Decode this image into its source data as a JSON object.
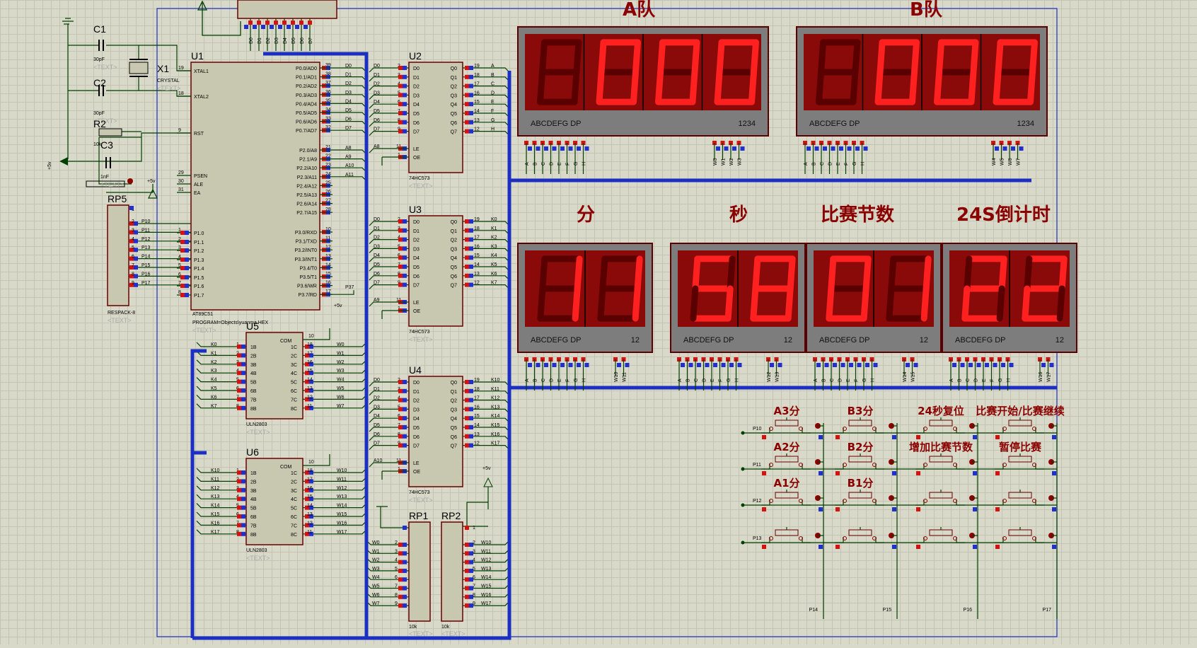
{
  "colors": {
    "grid_bg": "#d9d9c9",
    "chip_fill": "#c8c8b0",
    "wire": "#004000",
    "bus": "#1b2fc2",
    "label": "#8b0000",
    "segment_on": "#ff2020",
    "segment_off": "#5a0000",
    "display_face": "#8a0a0a",
    "display_frame": "#7d7d7d",
    "pin_red": "#d81010",
    "pin_blue": "#2030d0"
  },
  "headers": {
    "team_a": "A队",
    "team_b": "B队",
    "minutes": "分",
    "seconds": "秒",
    "period": "比赛节数",
    "shot_clock": "24S倒计时"
  },
  "displays": [
    {
      "name": "team-a-score",
      "digits": [
        "8",
        "0",
        "0",
        "0"
      ],
      "lit": [
        false,
        true,
        true,
        true
      ],
      "pins_label": "ABCDEFG DP",
      "digit_label": "1234",
      "wires": [
        "A",
        "B",
        "C",
        "D",
        "E",
        "F",
        "G",
        "H"
      ],
      "commons": [
        "W0",
        "W1",
        "W2",
        "W3"
      ]
    },
    {
      "name": "team-b-score",
      "digits": [
        "8",
        "0",
        "0",
        "0"
      ],
      "lit": [
        false,
        true,
        true,
        true
      ],
      "pins_label": "ABCDEFG DP",
      "digit_label": "1234",
      "wires": [
        "A",
        "B",
        "C",
        "D",
        "E",
        "F",
        "G",
        "H"
      ],
      "commons": [
        "W4",
        "W5",
        "W6",
        "W7"
      ]
    },
    {
      "name": "minutes",
      "digits": [
        "1",
        "1"
      ],
      "lit": [
        true,
        true
      ],
      "pins_label": "ABCDEFG DP",
      "digit_label": "12",
      "wires": [
        "A",
        "B",
        "C",
        "D",
        "E",
        "F",
        "G",
        "H"
      ],
      "commons": [
        "W10",
        "W11"
      ]
    },
    {
      "name": "seconds",
      "digits": [
        "5",
        "8"
      ],
      "lit": [
        true,
        true
      ],
      "pins_label": "ABCDEFG DP",
      "digit_label": "12",
      "wires": [
        "A",
        "B",
        "C",
        "D",
        "E",
        "F",
        "G",
        "H"
      ],
      "commons": [
        "W12",
        "W13"
      ]
    },
    {
      "name": "period",
      "digits": [
        "0",
        "1"
      ],
      "lit": [
        true,
        true
      ],
      "pins_label": "ABCDEFG DP",
      "digit_label": "12",
      "wires": [
        "A",
        "B",
        "C",
        "D",
        "E",
        "F",
        "G",
        "H"
      ],
      "commons": [
        "W14",
        "W15"
      ]
    },
    {
      "name": "shot-clock",
      "digits": [
        "2",
        "2"
      ],
      "lit": [
        true,
        true
      ],
      "pins_label": "ABCDEFG DP",
      "digit_label": "12",
      "wires": [
        "A",
        "B",
        "C",
        "D",
        "E",
        "F",
        "G",
        "H"
      ],
      "commons": [
        "W16",
        "W17"
      ]
    }
  ],
  "mcu": {
    "ref": "U1",
    "part": "AT89C51",
    "program": "PROGRAM=Objects\\yuanma.HEX",
    "text": "<TEXT>",
    "left_pins": [
      [
        "XTAL1",
        "19"
      ],
      [
        "XTAL2",
        "18"
      ],
      [
        "RST",
        "9"
      ],
      [
        "PSEN",
        "29"
      ],
      [
        "ALE",
        "30"
      ],
      [
        "EA",
        "31"
      ],
      [
        "P1.0",
        "1"
      ],
      [
        "P1.1",
        "2"
      ],
      [
        "P1.2",
        "3"
      ],
      [
        "P1.3",
        "4"
      ],
      [
        "P1.4",
        "5"
      ],
      [
        "P1.5",
        "6"
      ],
      [
        "P1.6",
        "7"
      ],
      [
        "P1.7",
        "8"
      ]
    ],
    "right_pins": [
      [
        "P0.0/AD0",
        "39"
      ],
      [
        "P0.1/AD1",
        "38"
      ],
      [
        "P0.2/AD2",
        "37"
      ],
      [
        "P0.3/AD3",
        "36"
      ],
      [
        "P0.4/AD4",
        "35"
      ],
      [
        "P0.5/AD5",
        "34"
      ],
      [
        "P0.6/AD6",
        "33"
      ],
      [
        "P0.7/AD7",
        "32"
      ],
      [
        "P2.0/A8",
        "21"
      ],
      [
        "P2.1/A9",
        "22"
      ],
      [
        "P2.2/A10",
        "23"
      ],
      [
        "P2.3/A11",
        "24"
      ],
      [
        "P2.4/A12",
        "25"
      ],
      [
        "P2.5/A13",
        "26"
      ],
      [
        "P2.6/A14",
        "27"
      ],
      [
        "P2.7/A15",
        "28"
      ],
      [
        "P3.0/RXD",
        "10"
      ],
      [
        "P3.1/TXD",
        "11"
      ],
      [
        "P3.2/INT0",
        "12"
      ],
      [
        "P3.3/INT1",
        "13"
      ],
      [
        "P3.4/T0",
        "14"
      ],
      [
        "P3.5/T1",
        "15"
      ],
      [
        "P3.6/WR",
        "16"
      ],
      [
        "P3.7/RD",
        "17"
      ]
    ],
    "p0_nets": [
      "D0",
      "D1",
      "D2",
      "D3",
      "D4",
      "D5",
      "D6",
      "D7"
    ],
    "p2_nets": [
      "A8",
      "A9",
      "A10",
      "A11"
    ],
    "p1_nets": [
      "P10",
      "P11",
      "P12",
      "P13",
      "P14",
      "P15",
      "P16",
      "P17"
    ],
    "p37_net": "P37"
  },
  "latches": [
    {
      "ref": "U2",
      "part": "74HC573",
      "le": "A8",
      "outs": [
        "A",
        "B",
        "C",
        "D",
        "E",
        "F",
        "G",
        "H"
      ]
    },
    {
      "ref": "U3",
      "part": "74HC573",
      "le": "A9",
      "outs": [
        "K0",
        "K1",
        "K2",
        "K3",
        "K4",
        "K5",
        "K6",
        "K7"
      ]
    },
    {
      "ref": "U4",
      "part": "74HC573",
      "le": "A10",
      "outs": [
        "K10",
        "K11",
        "K12",
        "K13",
        "K14",
        "K15",
        "K16",
        "K17"
      ]
    }
  ],
  "latch_pins": {
    "in_names": [
      "D0",
      "D1",
      "D2",
      "D3",
      "D4",
      "D5",
      "D6",
      "D7"
    ],
    "out_names": [
      "Q0",
      "Q1",
      "Q2",
      "Q3",
      "Q4",
      "Q5",
      "Q6",
      "Q7"
    ],
    "in_nums": [
      "2",
      "3",
      "4",
      "5",
      "6",
      "7",
      "8",
      "9"
    ],
    "out_nums": [
      "19",
      "18",
      "17",
      "16",
      "15",
      "14",
      "13",
      "12"
    ],
    "le": "LE",
    "le_num": "11",
    "oe": "OE",
    "oe_num": "1"
  },
  "drivers": [
    {
      "ref": "U5",
      "part": "ULN2803",
      "ins": [
        "K0",
        "K1",
        "K2",
        "K3",
        "K4",
        "K5",
        "K6",
        "K7"
      ],
      "outs": [
        "W0",
        "W1",
        "W2",
        "W3",
        "W4",
        "W5",
        "W6",
        "W7"
      ]
    },
    {
      "ref": "U6",
      "part": "ULN2803",
      "ins": [
        "K10",
        "K11",
        "K12",
        "K13",
        "K14",
        "K15",
        "K16",
        "K17"
      ],
      "outs": [
        "W10",
        "W11",
        "W12",
        "W13",
        "W14",
        "W15",
        "W16",
        "W17"
      ]
    }
  ],
  "driver_pins": {
    "in_names": [
      "1B",
      "2B",
      "3B",
      "4B",
      "5B",
      "6B",
      "7B",
      "8B"
    ],
    "out_names": [
      "1C",
      "2C",
      "3C",
      "4C",
      "5C",
      "6C",
      "7C",
      "8C"
    ],
    "com": "COM",
    "com_num": "10"
  },
  "resistor_packs": [
    {
      "ref": "RP1",
      "value": "10k",
      "nets": [
        "W0",
        "W1",
        "W2",
        "W3",
        "W4",
        "W5",
        "W6",
        "W7"
      ]
    },
    {
      "ref": "RP2",
      "value": "10k",
      "nets": [
        "W10",
        "W11",
        "W12",
        "W13",
        "W14",
        "W15",
        "W16",
        "W17"
      ]
    },
    {
      "ref": "RP5",
      "value": "RESPACK-8",
      "nets": [
        "P10",
        "P11",
        "P12",
        "P13",
        "P14",
        "P15",
        "P16",
        "P17"
      ]
    }
  ],
  "passives": {
    "c1": {
      "ref": "C1",
      "value": "30pF"
    },
    "c2": {
      "ref": "C2",
      "value": "30pF"
    },
    "x1": {
      "ref": "X1",
      "value": "CRYSTAL"
    },
    "r2": {
      "ref": "R2",
      "value": "10k"
    },
    "c3": {
      "ref": "C3",
      "value": "1nF"
    },
    "vcc": "+5v",
    "text": "<TEXT>"
  },
  "keypad": {
    "rows": [
      "P10",
      "P11",
      "P12",
      "P13"
    ],
    "cols": [
      "P14",
      "P15",
      "P16",
      "P17"
    ],
    "labels": [
      [
        "A3分",
        "B3分",
        "24秒复位",
        "比赛开始/比赛继续"
      ],
      [
        "A2分",
        "B2分",
        "增加比赛节数",
        "暂停比赛"
      ],
      [
        "A1分",
        "B1分",
        "",
        ""
      ],
      [
        "",
        "",
        "",
        ""
      ]
    ]
  },
  "top_header_pins": [
    "D0",
    "D1",
    "D2",
    "D3",
    "D4",
    "D5",
    "D6",
    "D7"
  ]
}
